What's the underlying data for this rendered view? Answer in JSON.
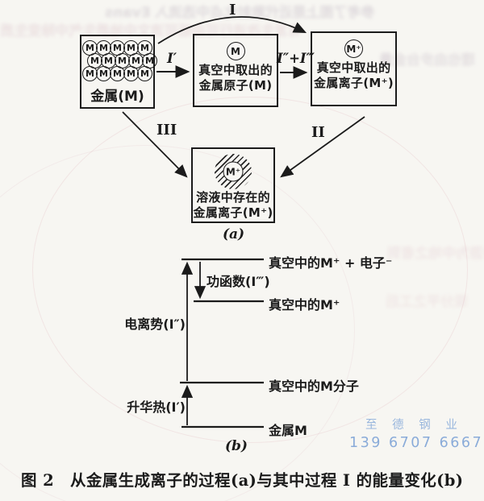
{
  "background": {
    "paper_color": "#f7f6f2",
    "ink_color": "#1b1b1b",
    "bleedthrough": [
      "参考了图上是近代散射化点中选流入 Evans",
      "有发生改进行可由纸可流文中地质生气中除变生质",
      "理也由步台金量",
      "香游为中地之者到",
      "现分平之工后"
    ]
  },
  "watermark": {
    "company": "至 德 钢 业",
    "phone": "139 6707 6667",
    "color": "#6e99d2"
  },
  "caption": "图 2　从金属生成离子的过程(a)与其中过程 I 的能量变化(b)",
  "diagram_a": {
    "panel_label": "(a)",
    "boxes": {
      "metal": {
        "atom_symbol": "M",
        "rows": [
          5,
          5,
          5
        ],
        "label": "金属(M)"
      },
      "vacuum_atom": {
        "symbol": "M",
        "line1": "真空中取出的",
        "line2": "金属原子(M)"
      },
      "vacuum_ion": {
        "symbol": "M⁺",
        "line1": "真空中取出的",
        "line2": "金属离子(M⁺)"
      },
      "solution_ion": {
        "symbol": "M⁺",
        "line1": "溶液中存在的",
        "line2": "金属离子(M⁺)"
      }
    },
    "arrow_labels": {
      "overall_process": "I",
      "step_sublimation": "I′",
      "step_ionization_plus_work": "I″+I‴",
      "process_II": "II",
      "process_III": "III"
    }
  },
  "diagram_b": {
    "panel_label": "(b)",
    "levels": [
      "真空中的M⁺ + 电子⁻",
      "真空中的M⁺",
      "真空中的M分子",
      "金属M"
    ],
    "energy_labels": {
      "work_function": "功函数(I‴)",
      "ionization_potential": "电离势(I″)",
      "sublimation_heat": "升华热(I′)"
    }
  }
}
